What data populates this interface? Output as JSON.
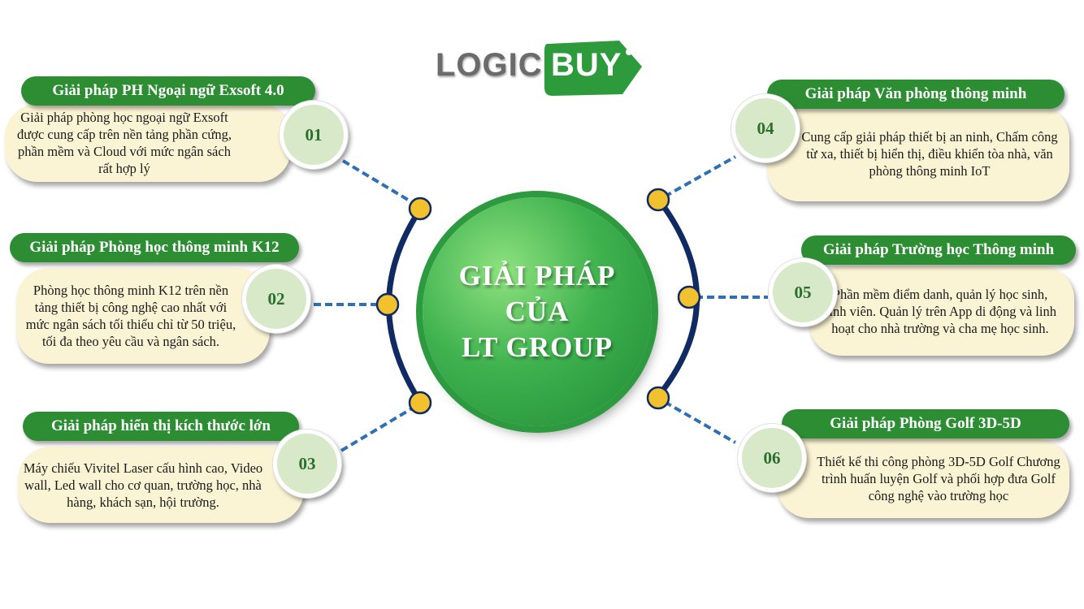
{
  "logo": {
    "part1": "LOGIC",
    "part2": "BUY",
    "color_green": "#2d9a3c",
    "color_gray": "#6b6b6b"
  },
  "center": {
    "text": "GIẢI PHÁP\nCỦA\nLT GROUP"
  },
  "items": [
    {
      "number": "01",
      "title": "Giải pháp PH Ngoại ngữ Exsoft 4.0",
      "description": "Giải pháp phòng học ngoại ngữ Exsoft được cung cấp trên nền tảng phần cứng, phần mềm và Cloud với mức ngân sách rất hợp lý"
    },
    {
      "number": "02",
      "title": "Giải pháp Phòng học thông minh K12",
      "description": "Phòng học thông minh K12 trên nền tảng thiết bị công nghệ cao nhất với mức ngân sách tối thiểu chỉ từ 50 triệu, tối đa theo yêu cầu và ngân sách."
    },
    {
      "number": "03",
      "title": "Giải pháp hiển thị kích thước lớn",
      "description": "Máy chiếu Vivitel Laser cấu hình cao, Video wall, Led wall cho cơ quan, trường học, nhà hàng, khách sạn, hội trường."
    },
    {
      "number": "04",
      "title": "Giải pháp Văn phòng thông minh",
      "description": "Cung cấp giải pháp thiết bị an ninh, Chấm công từ xa, thiết bị hiển thị,  điều khiển tòa nhà, văn phòng thông minh IoT"
    },
    {
      "number": "05",
      "title": "Giải pháp Trường học Thông minh",
      "description": "Phần mềm điểm danh, quản lý học sinh, sinh viên. Quản lý trên App di động và linh hoạt cho nhà trường và cha mẹ học sinh."
    },
    {
      "number": "06",
      "title": "Giải pháp Phòng Golf 3D-5D",
      "description": "Thiết kế thi công phòng 3D-5D Golf Chương trình huấn luyện Golf và phối hợp đưa Golf công nghệ vào trường học"
    }
  ],
  "colors": {
    "title_bg": "#2d8d33",
    "box_bg": "#fbf4d4",
    "badge_bg": "#d7e9c8",
    "arc": "#102a63",
    "connector": "#2f6fb4",
    "dot": "#f2c12e"
  }
}
